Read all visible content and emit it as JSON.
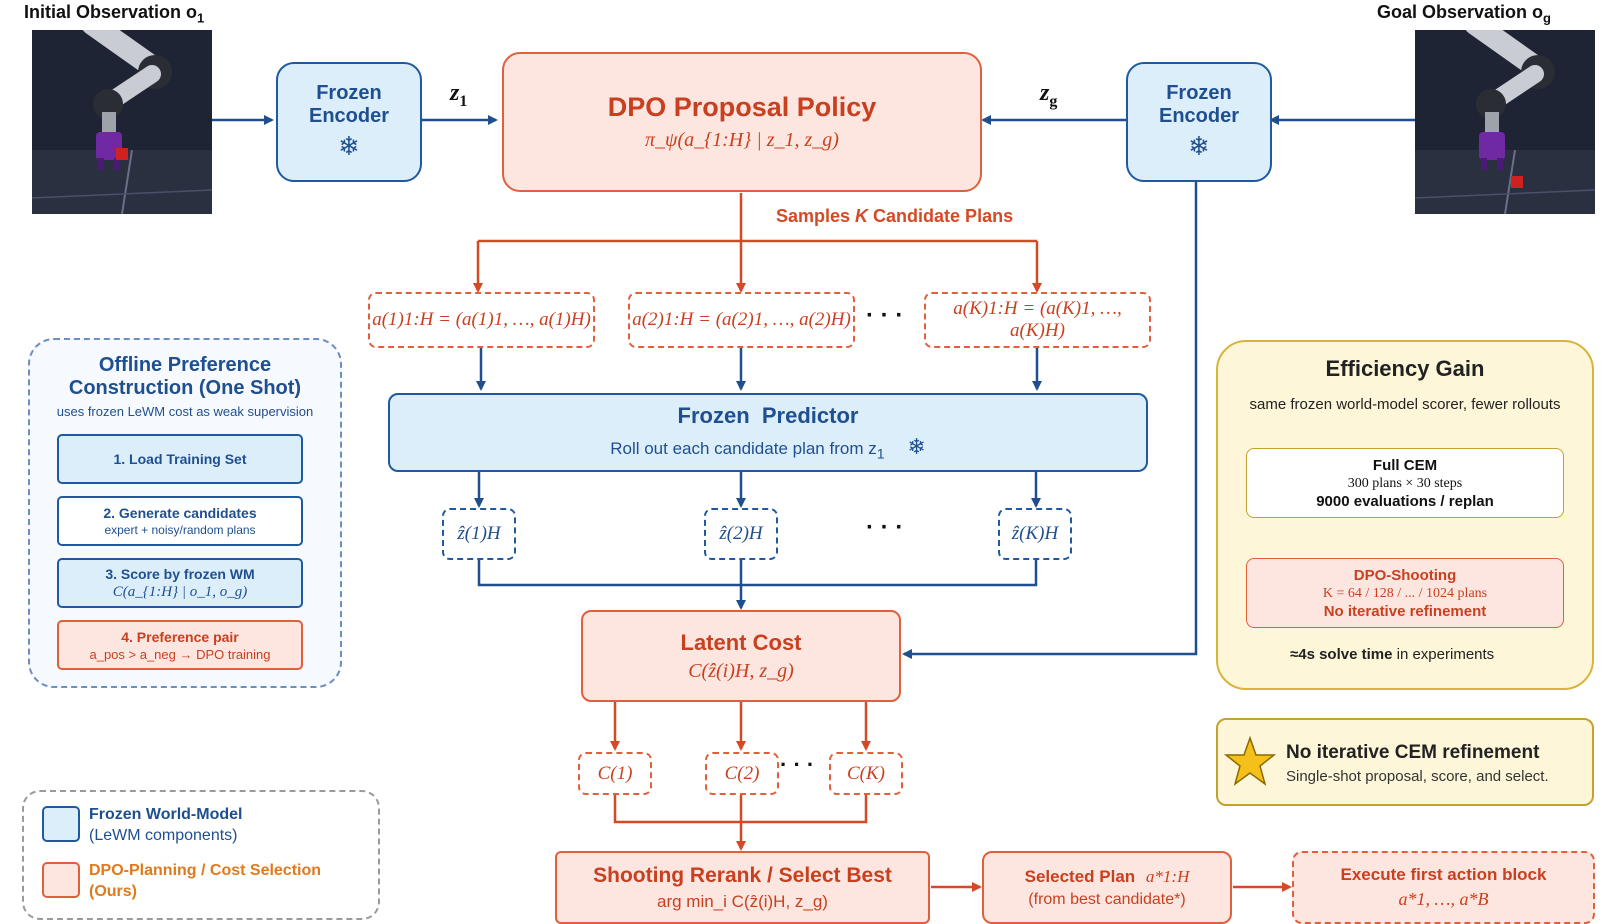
{
  "observations": {
    "initial_label": "Initial Observation o",
    "initial_sub": "1",
    "goal_label": "Goal Observation o",
    "goal_sub": "g"
  },
  "encoder_left": {
    "title_line1": "Frozen",
    "title_line2": "Encoder",
    "icon": "snowflake-icon"
  },
  "encoder_right": {
    "title_line1": "Frozen",
    "title_line2": "Encoder",
    "icon": "snowflake-icon"
  },
  "latents": {
    "z1": "z",
    "z1_sub": "1",
    "zg": "z",
    "zg_sub": "g"
  },
  "policy": {
    "title": "DPO Proposal Policy",
    "formula": "π_ψ(a_{1:H} | z_1, z_g)"
  },
  "samples_label": {
    "pre": "Samples ",
    "k": "K",
    "post": " Candidate Plans"
  },
  "candidates": [
    {
      "text": "a(1)1:H = (a(1)1, …, a(1)H)"
    },
    {
      "text": "a(2)1:H = (a(2)1, …, a(2)H)"
    },
    {
      "text": "a(K)1:H = (a(K)1, …, a(K)H)"
    }
  ],
  "ellipsis": "· · ·",
  "predictor": {
    "title": "Frozen  Predictor",
    "subtitle": "Roll out each candidate plan from z",
    "subtitle_sub": "1",
    "icon": "snowflake-icon"
  },
  "predicted_latents": [
    "ẑ(1)H",
    "ẑ(2)H",
    "ẑ(K)H"
  ],
  "latent_cost": {
    "title": "Latent Cost",
    "formula": "C(ẑ(i)H, z_g)"
  },
  "costs": [
    "C(1)",
    "C(2)",
    "C(K)"
  ],
  "rerank": {
    "title": "Shooting Rerank / Select Best",
    "formula": "arg min_i C(ẑ(i)H, z_g)"
  },
  "selected": {
    "title": "Selected Plan",
    "title_math": "a*1:H",
    "subtitle": "(from best candidate*)"
  },
  "execute": {
    "title": "Execute first action block",
    "formula": "a*1, …, a*B"
  },
  "offline": {
    "title_line1": "Offline Preference",
    "title_line2": "Construction (One Shot)",
    "subtitle": "uses frozen LeWM cost as weak supervision",
    "steps": [
      {
        "title": "1. Load Training Set",
        "detail": ""
      },
      {
        "title": "2. Generate candidates",
        "detail": "expert + noisy/random plans"
      },
      {
        "title": "3. Score by frozen WM",
        "detail": "C(a_{1:H} | o_1, o_g)"
      },
      {
        "title": "4. Preference pair",
        "detail": "a_pos > a_neg → DPO training"
      }
    ]
  },
  "efficiency": {
    "title": "Efficiency Gain",
    "subtitle": "same frozen world-model scorer, fewer rollouts",
    "full_cem": {
      "title": "Full CEM",
      "line1": "300 plans × 30 steps",
      "line2": "9000 evaluations / replan"
    },
    "dpo_shooting": {
      "title": "DPO-Shooting",
      "line1": "K = 64 / 128 / ... / 1024 plans",
      "line2": "No iterative refinement"
    },
    "solve_bold": "≈4s solve time",
    "solve_rest": " in experiments"
  },
  "no_cem": {
    "title": "No iterative CEM refinement",
    "subtitle": "Single-shot proposal, score, and select.",
    "icon": "star-icon"
  },
  "legend": {
    "blue_line1": "Frozen World-Model",
    "blue_line2": "(LeWM components)",
    "orange_line1": "DPO-Planning / Cost Selection",
    "orange_line2": "(Ours)"
  },
  "colors": {
    "blue": "#1f5aa0",
    "orange": "#e0603c",
    "blue_fill": "#ddeefb",
    "orange_fill": "#fde6df",
    "yellow_fill": "#fdf6d8",
    "yellow_border": "#d9b43a"
  }
}
